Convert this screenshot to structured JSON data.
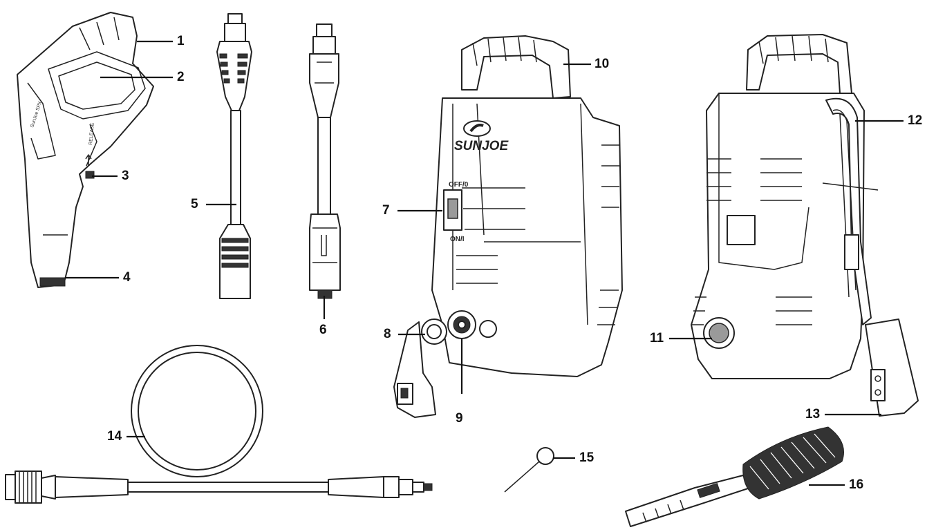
{
  "brand": {
    "logo_text": "SUNJOE"
  },
  "switch_labels": {
    "off": "OFF/0",
    "on": "ON/I"
  },
  "gun_text": {
    "release": "RELEASE"
  },
  "callouts": [
    {
      "id": "1",
      "text": "1"
    },
    {
      "id": "2",
      "text": "2"
    },
    {
      "id": "3",
      "text": "3"
    },
    {
      "id": "4",
      "text": "4"
    },
    {
      "id": "5",
      "text": "5"
    },
    {
      "id": "6",
      "text": "6"
    },
    {
      "id": "7",
      "text": "7"
    },
    {
      "id": "8",
      "text": "8"
    },
    {
      "id": "9",
      "text": "9"
    },
    {
      "id": "10",
      "text": "10"
    },
    {
      "id": "11",
      "text": "11"
    },
    {
      "id": "12",
      "text": "12"
    },
    {
      "id": "13",
      "text": "13"
    },
    {
      "id": "14",
      "text": "14"
    },
    {
      "id": "15",
      "text": "15"
    },
    {
      "id": "16",
      "text": "16"
    }
  ]
}
